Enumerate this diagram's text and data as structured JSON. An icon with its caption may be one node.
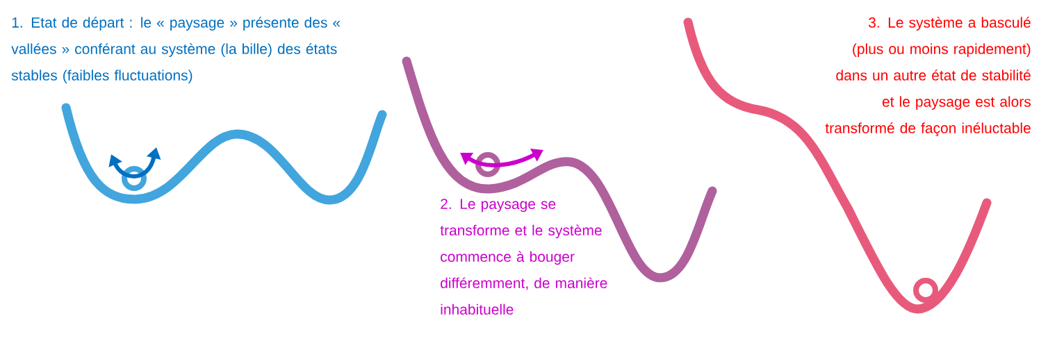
{
  "diagram": {
    "labels": [
      "1. Etat de départ : le « paysage » présente des « vallées » conférant au système (la bille) des états stables (faibles fluctuations)",
      "2. Le paysage se transforme et le système commence à bouger différemment, de manière inhabituelle",
      "3. Le système a basculé (plus ou moins rapidement) dans un autre état de stabilité et le paysage est alors transformé de façon inéluctable"
    ]
  }
}
